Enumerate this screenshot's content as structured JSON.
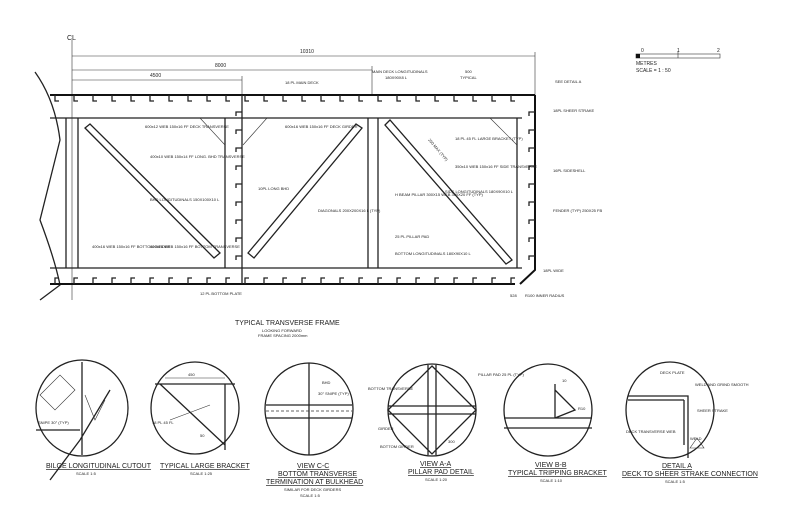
{
  "main": {
    "centerline": "CL",
    "dims": {
      "overall": "10310",
      "mid": "8000",
      "inner": "4500",
      "spacing": "500",
      "spacing_note": "TYPICAL",
      "pillar_base": "528"
    },
    "labels": {
      "main_deck": "18 PL MAIN DECK",
      "deck_longitudinals": "MAIN DECK LONGITUDINALS",
      "deck_longitudinals_size": "180X90X8 L",
      "see_detail_a": "SEE DETAIL A",
      "sheer_strake": "18PL SHEER STRAKE",
      "deck_transverse": "600x12 WEB 150x16 FF DECK TRANSVERSE",
      "deck_girder": "600x16 WEB 150x16 FF DECK GIRDER",
      "long_bhd_transverse": "400x10 WEB 150x14 FF LONG. BHD TRANSVERSE",
      "long_bhd": "10PL LONG BHD",
      "bhd_longitudinals": "BHD LONGITUDINALS 150X100X10 L",
      "diagonals": "DIAGONALS 200X200X16 L (TYP)",
      "h_beam_pillar": "H BEAM PILLAR 300X15 WEB 300X20 FF (TYP)",
      "large_bracket": "18 PL 45 FL LARGE BRACKET (TYP)",
      "side_transverse": "350x10 WEB 150x16 FF SIDE TRANSVERSE",
      "side_shell": "16PL SIDESHELL",
      "side_longitudinals": "SIDE LONGITUDINALS 180X90X10 L",
      "fender": "FENDER (TYP) 250X25 FB",
      "pillar_pad": "25 PL PILLAR PAD",
      "bottom_longitudinals": "BOTTOM LONGITUDINALS 180X90X10 L",
      "bottom_girder": "400x16 WEB 150x16 FF BOTTOM GIRDER",
      "bottom_transverse": "400x16 WEB 150x16 FF BOTTOM TRANSVERSE",
      "bottom_plate": "12 PL BOTTOM PLATE",
      "bilge": "18PL WIDE",
      "bilge_radius": "R100 INNER RADIUS",
      "diag_note": "250 MAX (TYP)",
      "tb": "TB"
    },
    "frame_title": "TYPICAL TRANSVERSE FRAME",
    "frame_sub1": "LOOKING FORWARD",
    "frame_sub2": "FRAME SPACING 2000mm"
  },
  "scale_bar": {
    "ticks": [
      "0",
      "1",
      "2"
    ],
    "units": "METRES",
    "scale": "SCALE = 1 : 50"
  },
  "details": [
    {
      "title": "BILGE LONGITUDINAL CUTOUT",
      "scale": "SCALE 1:5",
      "notes": [
        "SNIPE 30° (TYP)"
      ]
    },
    {
      "title": "TYPICAL LARGE BRACKET",
      "scale": "SCALE 1:25",
      "notes": [
        "18 PL 45 FL",
        "450",
        "50"
      ]
    },
    {
      "title": "VIEW C-C",
      "subtitle": "BOTTOM TRANSVERSE",
      "subtitle2": "TERMINATION AT BULKHEAD",
      "note": "SIMILAR FOR DECK GIRDERS",
      "scale": "SCALE 1:5",
      "notes": [
        "BHD",
        "30° SNIPE (TYP)"
      ]
    },
    {
      "title": "VIEW A-A",
      "subtitle": "PILLAR PAD DETAIL",
      "scale": "SCALE 1:20",
      "notes": [
        "PILLAR PAD 25 PL (TYP)",
        "BOTTOM TRANSVERSE",
        "GIRDER",
        "BOTTOM GIRDER",
        "300"
      ]
    },
    {
      "title": "VIEW B-B",
      "subtitle": "TYPICAL TRIPPING BRACKET",
      "scale": "SCALE 1:10",
      "notes": [
        "10",
        "R10"
      ]
    },
    {
      "title": "DETAIL A",
      "subtitle": "DECK TO SHEER STRAKE CONNECTION",
      "scale": "SCALE 1:5",
      "notes": [
        "DECK PLATE",
        "WELD AND GRIND SMOOTH",
        "SHEER STRAKE",
        "DECK TRANSVERSE WEB",
        "WELD"
      ]
    }
  ]
}
